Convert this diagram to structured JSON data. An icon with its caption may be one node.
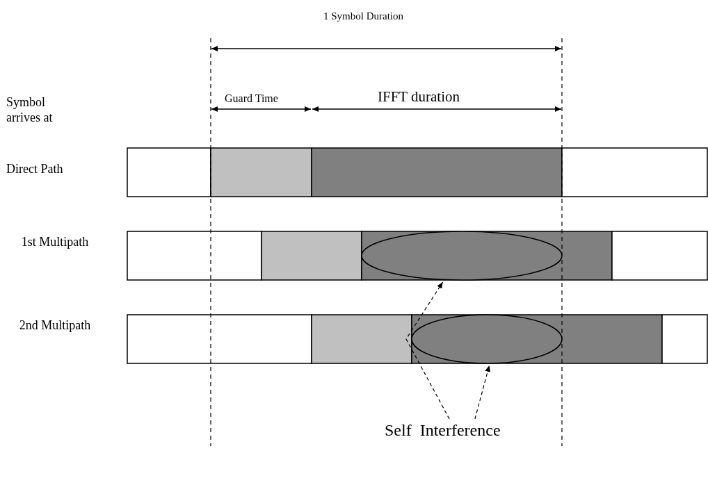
{
  "diagram": {
    "nodes": [
      {
        "text": [],
        "shape": "ellipse"
      },
      {
        "text": [],
        "shape": "ellipse"
      },
      {
        "text": [
          "Self  Interference"
        ]
      }
    ],
    "edges": [
      {
        "from": 2,
        "to": 0,
        "arrow": "to",
        "style": "dashed"
      },
      {
        "from": 2,
        "to": 1,
        "arrow": "to",
        "style": "dashed"
      }
    ],
    "labels": [
      "1 Symbol Duration",
      "Symbol arrives at",
      "Guard Time",
      "IFFT duration",
      "Direct Path",
      "1st Multipath",
      "2nd Multipath"
    ]
  }
}
